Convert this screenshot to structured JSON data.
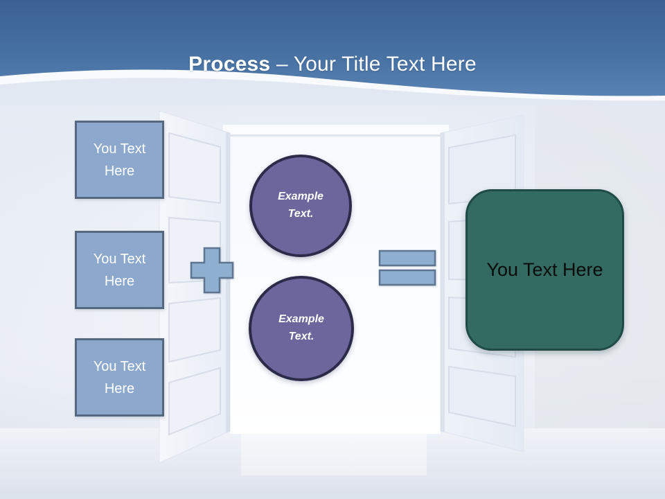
{
  "slide": {
    "header": {
      "title_bold": "Process",
      "title_separator": " – ",
      "title_rest": "Your Title Text Here"
    },
    "diagram": {
      "input_boxes": [
        {
          "label": "You Text Here"
        },
        {
          "label": "You Text Here"
        },
        {
          "label": "You Text Here"
        }
      ],
      "circles": [
        {
          "label": "Example Text."
        },
        {
          "label": "Example Text."
        }
      ],
      "result_box": {
        "label": "You Text Here"
      },
      "operators": {
        "plus": "plus-sign",
        "equals": "equals-sign"
      }
    },
    "colors": {
      "header_blue": "#4872A3",
      "input_box_blue": "#8CA9CD",
      "operator_blue": "#8FAFD0",
      "circle_purple": "#6B679D",
      "result_teal": "#336B63",
      "title_text": "#FFFFFF"
    }
  }
}
